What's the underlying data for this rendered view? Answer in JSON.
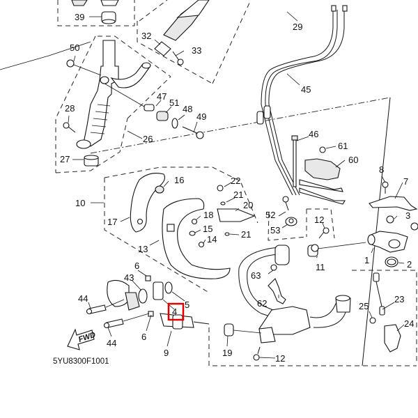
{
  "diagram": {
    "drawing_code": "5YU8300F1001",
    "direction_marker": "FWD",
    "highlight": {
      "part": "4",
      "color": "#e00000"
    },
    "callouts": [
      {
        "id": "c39",
        "label": "39"
      },
      {
        "id": "c32",
        "label": "32"
      },
      {
        "id": "c33",
        "label": "33"
      },
      {
        "id": "c29",
        "label": "29"
      },
      {
        "id": "c50",
        "label": "50"
      },
      {
        "id": "c45",
        "label": "45"
      },
      {
        "id": "c47",
        "label": "47"
      },
      {
        "id": "c51",
        "label": "51"
      },
      {
        "id": "c48",
        "label": "48"
      },
      {
        "id": "c49",
        "label": "49"
      },
      {
        "id": "c28",
        "label": "28"
      },
      {
        "id": "c26",
        "label": "26"
      },
      {
        "id": "c27",
        "label": "27"
      },
      {
        "id": "c46",
        "label": "46"
      },
      {
        "id": "c61",
        "label": "61"
      },
      {
        "id": "c60",
        "label": "60"
      },
      {
        "id": "c8",
        "label": "8"
      },
      {
        "id": "c7",
        "label": "7"
      },
      {
        "id": "c16",
        "label": "16"
      },
      {
        "id": "c22",
        "label": "22"
      },
      {
        "id": "c21a",
        "label": "21"
      },
      {
        "id": "c20",
        "label": "20"
      },
      {
        "id": "c10",
        "label": "10"
      },
      {
        "id": "c18",
        "label": "18"
      },
      {
        "id": "c17",
        "label": "17"
      },
      {
        "id": "c15",
        "label": "15"
      },
      {
        "id": "c21b",
        "label": "21"
      },
      {
        "id": "c14",
        "label": "14"
      },
      {
        "id": "c52",
        "label": "52"
      },
      {
        "id": "c53",
        "label": "53"
      },
      {
        "id": "c12a",
        "label": "12"
      },
      {
        "id": "c3",
        "label": "3"
      },
      {
        "id": "c13",
        "label": "13"
      },
      {
        "id": "c11",
        "label": "11"
      },
      {
        "id": "c1",
        "label": "1"
      },
      {
        "id": "c2",
        "label": "2"
      },
      {
        "id": "c6a",
        "label": "6"
      },
      {
        "id": "c43",
        "label": "43"
      },
      {
        "id": "c63",
        "label": "63"
      },
      {
        "id": "c44a",
        "label": "44"
      },
      {
        "id": "c5",
        "label": "5"
      },
      {
        "id": "c4",
        "label": "4"
      },
      {
        "id": "c62",
        "label": "62"
      },
      {
        "id": "c25",
        "label": "25"
      },
      {
        "id": "c23",
        "label": "23"
      },
      {
        "id": "c6b",
        "label": "6"
      },
      {
        "id": "c44b",
        "label": "44"
      },
      {
        "id": "c24",
        "label": "24"
      },
      {
        "id": "c9",
        "label": "9"
      },
      {
        "id": "c19",
        "label": "19"
      },
      {
        "id": "c12b",
        "label": "12"
      }
    ]
  }
}
